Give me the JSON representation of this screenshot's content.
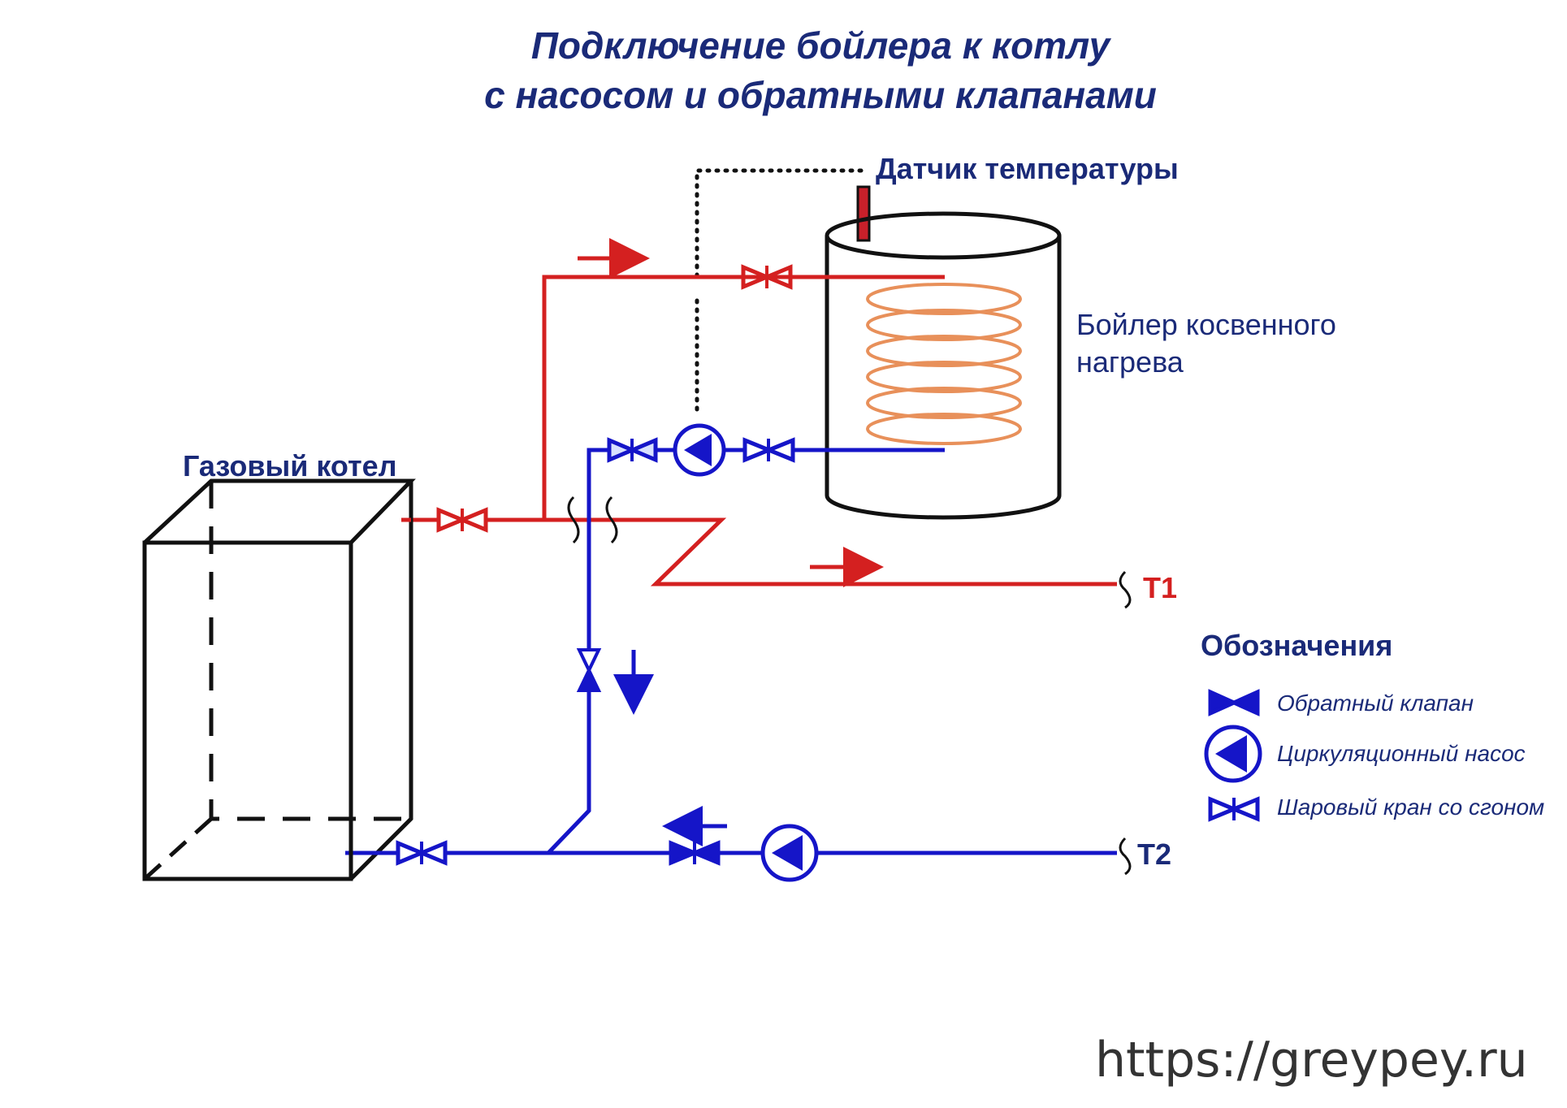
{
  "title": {
    "line1": "Подключение бойлера к котлу",
    "line2": "с насосом и обратными клапанами"
  },
  "labels": {
    "sensor": "Датчик температуры",
    "boiler_line1": "Бойлер косвенного",
    "boiler_line2": "нагрева",
    "gas_boiler": "Газовый котел",
    "t1": "T1",
    "t2": "T2"
  },
  "legend": {
    "title": "Обозначения",
    "items": [
      {
        "icon": "check-valve-icon",
        "label": "Обратный клапан"
      },
      {
        "icon": "circulation-pump-icon",
        "label": "Циркуляционный насос"
      },
      {
        "icon": "ball-valve-icon",
        "label": "Шаровый кран со сгоном"
      }
    ]
  },
  "watermark": "https://greypey.ru",
  "colors": {
    "supply": "#d42020",
    "return": "#1515c8",
    "coil": "#e8905a",
    "text": "#1a2a78"
  }
}
